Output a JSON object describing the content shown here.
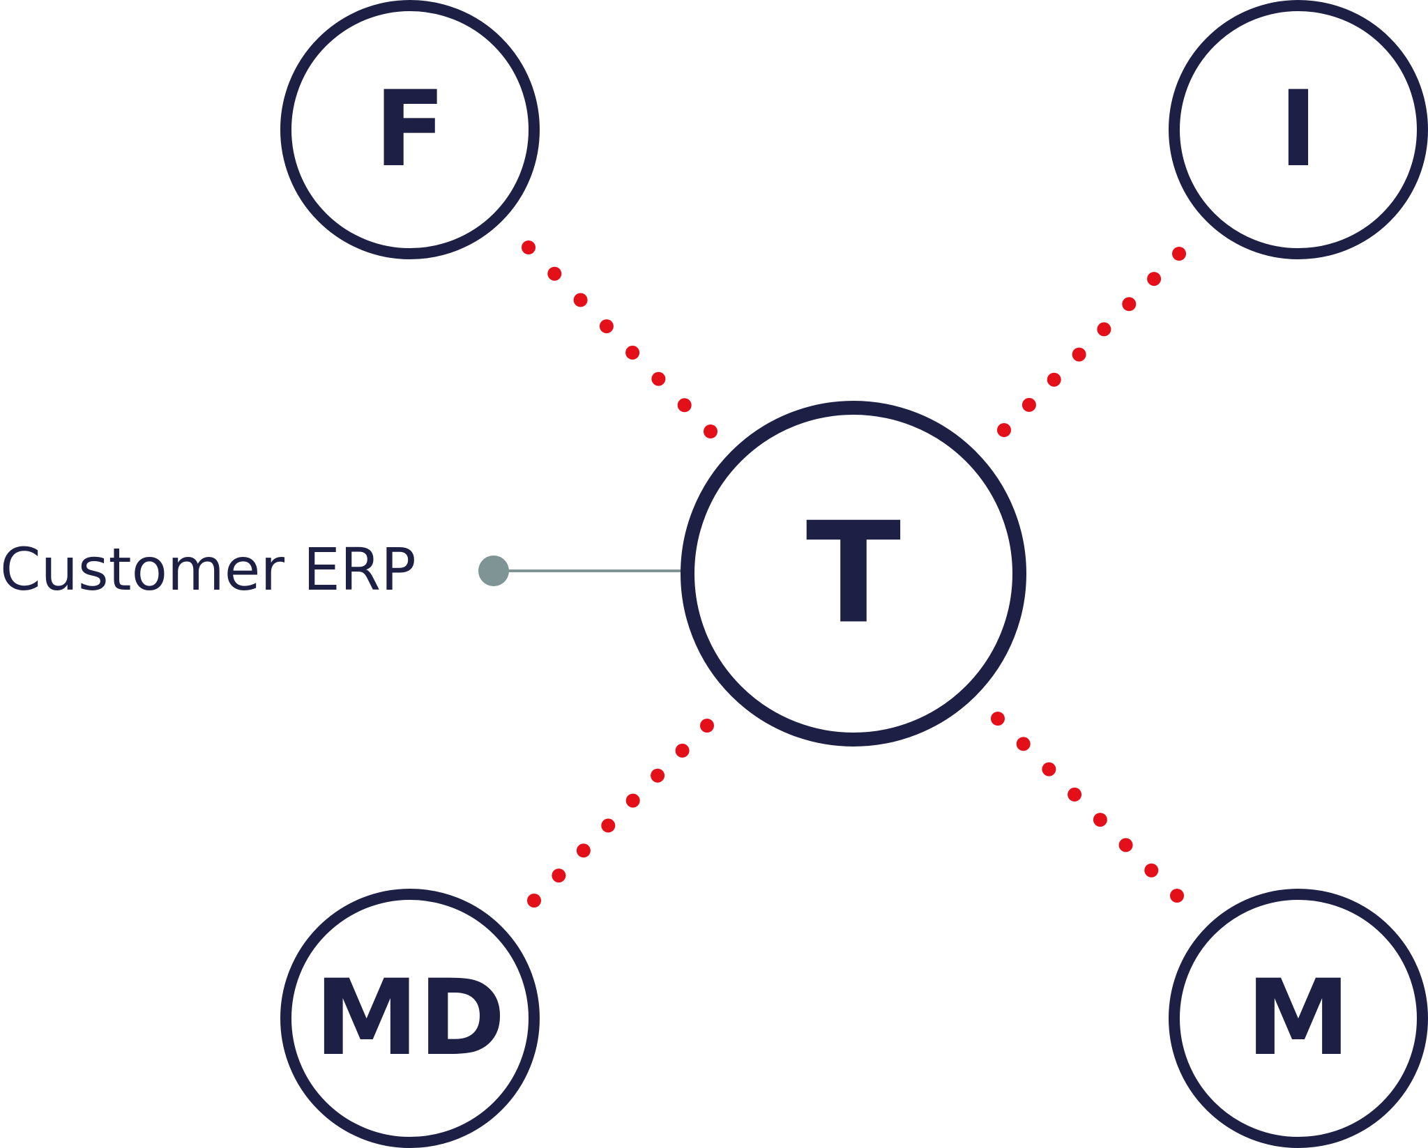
{
  "diagram": {
    "center_node": {
      "label": "T"
    },
    "outer_nodes": [
      {
        "id": "f",
        "label": "F"
      },
      {
        "id": "i",
        "label": "I"
      },
      {
        "id": "md",
        "label": "MD"
      },
      {
        "id": "m",
        "label": "M"
      }
    ],
    "external_connection": {
      "label": "Customer ERP"
    },
    "colors": {
      "node_stroke": "#1e1f45",
      "text": "#1e1f45",
      "dotted_link": "#e3101a",
      "erp_connector": "#7f9494",
      "background": "#ffffff"
    }
  }
}
